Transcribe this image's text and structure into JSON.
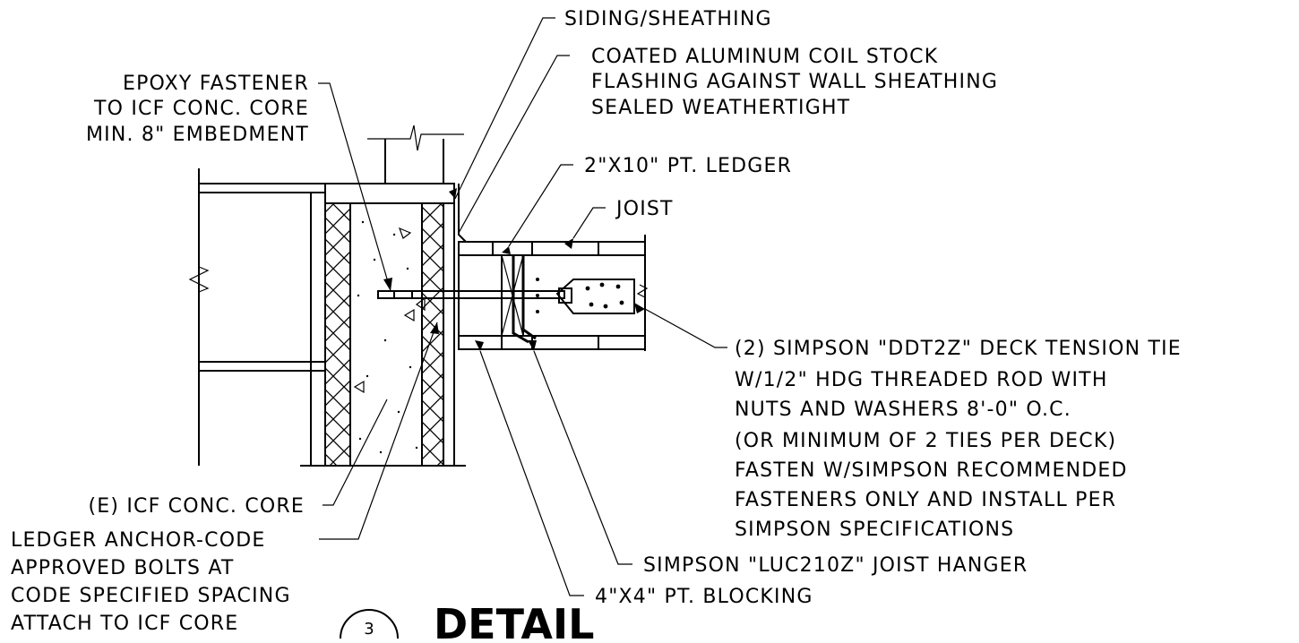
{
  "labels": {
    "siding": "SIDING/SHEATHING",
    "flashing": [
      "COATED ALUMINUM COIL STOCK",
      "FLASHING AGAINST WALL SHEATHING",
      "SEALED WEATHERTIGHT"
    ],
    "epoxy": [
      "EPOXY FASTENER",
      "TO ICF CONC. CORE",
      "MIN. 8\" EMBEDMENT"
    ],
    "ledger": "2\"X10\" PT. LEDGER",
    "joist": "JOIST",
    "tension_tie": [
      "(2) SIMPSON \"DDT2Z\" DECK TENSION TIE",
      "W/1/2\" HDG THREADED ROD WITH",
      "NUTS AND WASHERS 8'-0\" O.C.",
      "(OR MINIMUM OF 2 TIES PER DECK)",
      "FASTEN W/SIMPSON RECOMMENDED",
      "FASTENERS ONLY AND INSTALL PER",
      "SIMPSON SPECIFICATIONS"
    ],
    "icf_core": "(E) ICF CONC. CORE",
    "anchor": [
      "LEDGER ANCHOR-CODE",
      "APPROVED BOLTS AT",
      "CODE SPECIFIED SPACING",
      "ATTACH TO ICF CORE"
    ],
    "hanger": "SIMPSON \"LUC210Z\" JOIST HANGER",
    "blocking": "4\"X4\" PT. BLOCKING"
  },
  "detail": {
    "number": "3",
    "title": "DETAIL"
  }
}
